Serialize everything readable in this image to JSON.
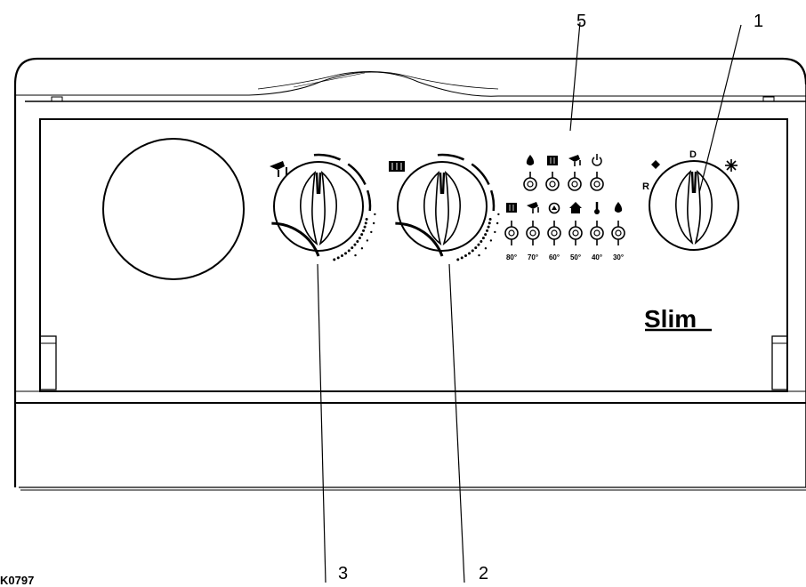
{
  "callouts": {
    "c1": "1",
    "c2": "2",
    "c3": "3",
    "c5": "5"
  },
  "brand": "Slim",
  "figure_code": "K0797",
  "right_knob": {
    "top_label": "D",
    "left_label": "R",
    "left_icon": "flame-icon",
    "right_icon": "snowflake-icon"
  },
  "status_leds": {
    "icons": [
      "flame-icon",
      "radiator-icon",
      "tap-icon",
      "power-icon"
    ]
  },
  "temp_leds": {
    "icons": [
      "radiator-icon",
      "tap-icon",
      "pump-icon",
      "house-icon",
      "thermometer-icon",
      "flame-icon"
    ],
    "labels": [
      "80°",
      "70°",
      "60°",
      "50°",
      "40°",
      "30°"
    ]
  },
  "knob_dhw": {
    "icon": "tap-icon"
  },
  "knob_heating": {
    "icon": "radiator-icon"
  },
  "colors": {
    "line": "#000000",
    "background": "#ffffff"
  }
}
